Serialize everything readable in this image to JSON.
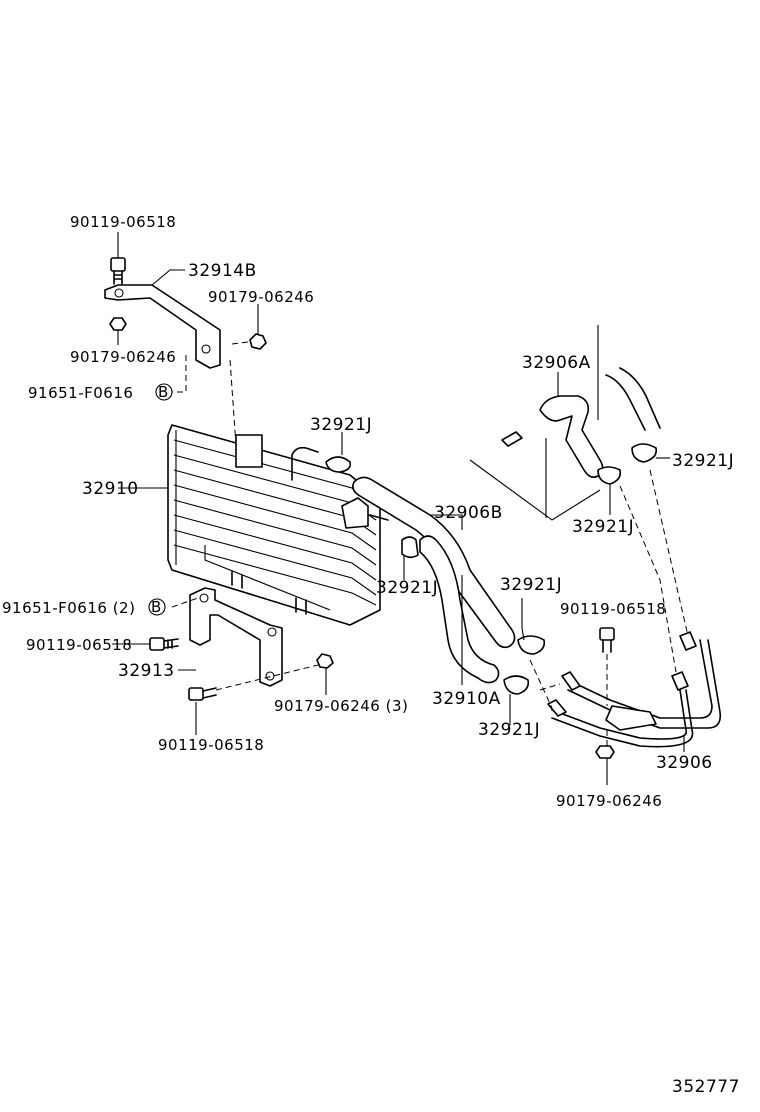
{
  "labels": {
    "bolt_top": "90119-06518",
    "bracket_upper": "32914B",
    "nut_bracket_right": "90179-06246",
    "nut_bracket_left": "90179-06246",
    "clamp_bolt_upper": "91651-F0616",
    "clamp_mark_upper": "B",
    "cooler": "32910",
    "clamp_lower": "91651-F0616 (2)",
    "clamp_mark_lower": "B",
    "bolt_lower_bracket": "90119-06518",
    "bracket_lower": "32913",
    "nut_lower_bracket": "90179-06246 (3)",
    "bolt_bottom": "90119-06518",
    "clip_cooler": "32921J",
    "hose_upper": "32906A",
    "clip_upper_right": "32921J",
    "clip_upper_mid": "32921J",
    "hose_inlet": "32906B",
    "clip_hose_inlet": "32921J",
    "clip_mid_right": "32921J",
    "bolt_tube_bracket": "90119-06518",
    "hose_outlet": "32910A",
    "clip_outlet": "32921J",
    "tube_assembly": "32906",
    "nut_tube_bracket": "90179-06246",
    "illustration_number": "352777"
  }
}
